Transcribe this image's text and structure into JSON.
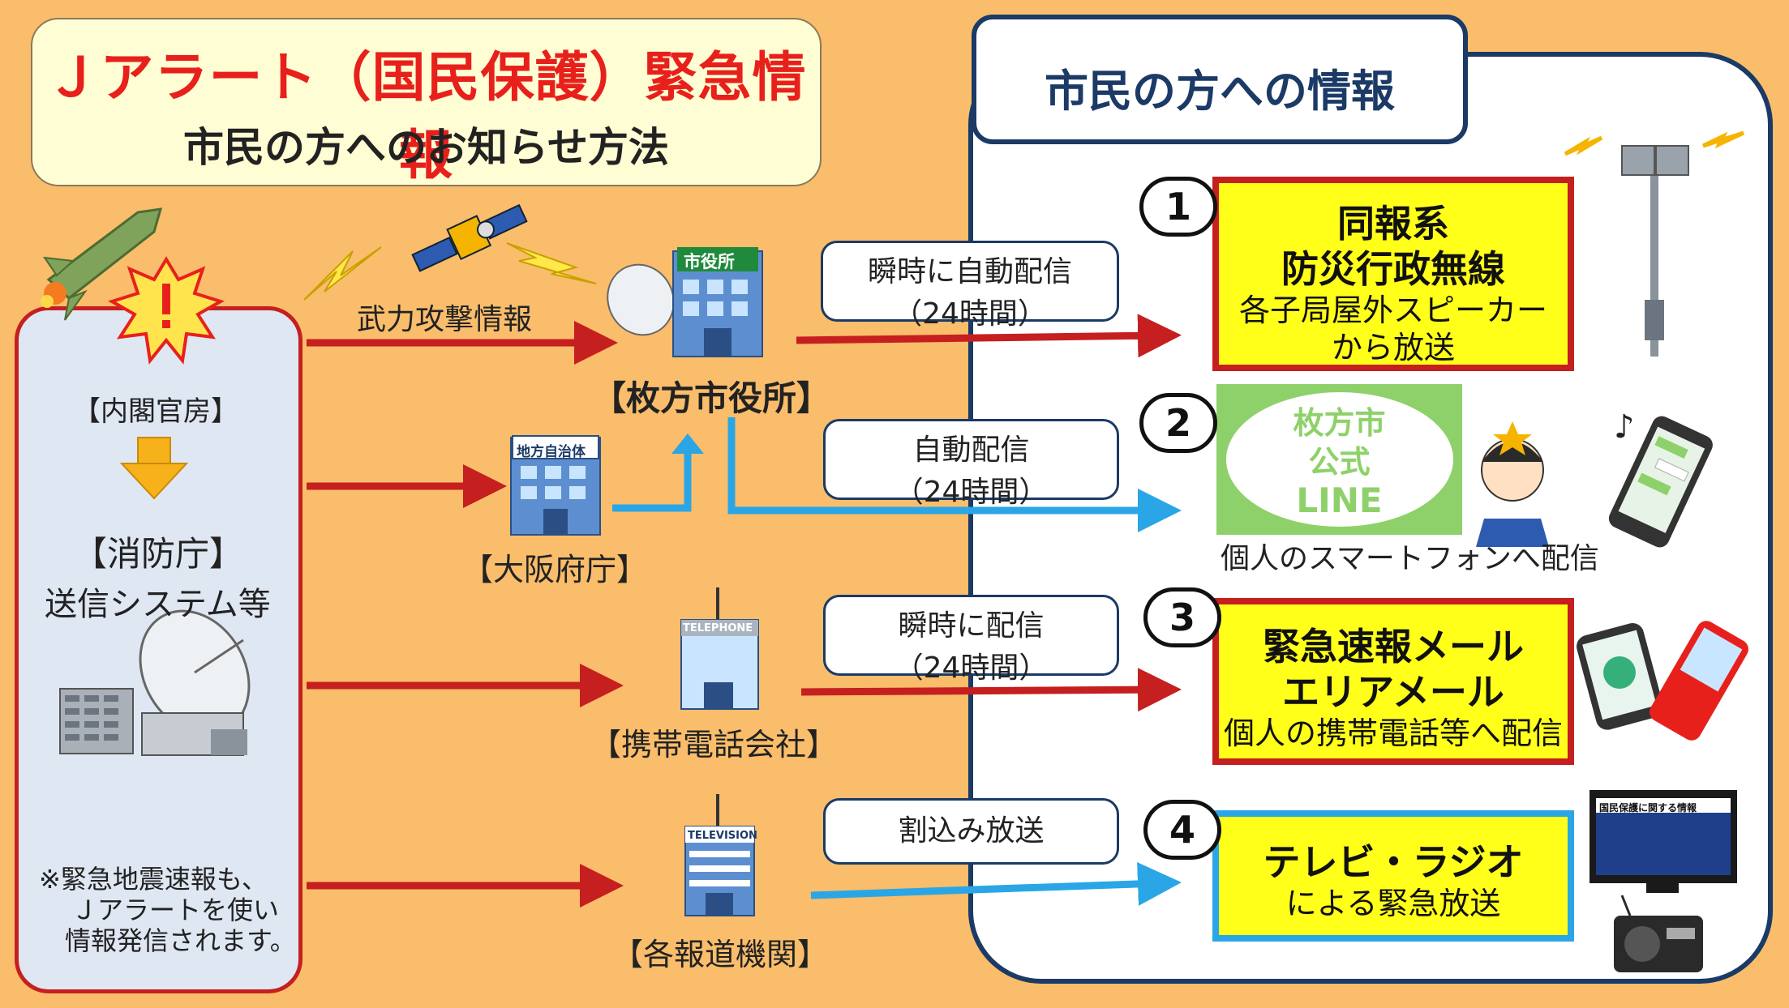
{
  "title": {
    "main": "Ｊアラート（国民保護）緊急情報",
    "sub": "市民の方へのお知らせ方法"
  },
  "left_panel": {
    "cabinet": "【内閣官房】",
    "fdma": "【消防庁】",
    "system": "送信システム等",
    "note_line1": "※緊急地震速報も、",
    "note_line2": "Ｊアラートを使い",
    "note_line3": "情報発信されます。"
  },
  "attack_info": "武力攻撃情報",
  "nodes": {
    "city_hall": "【枚方市役所】",
    "city_hall_sign": "市役所",
    "osaka": "【大阪府庁】",
    "osaka_sign": "地方自治体",
    "mobile": "【携帯電話会社】",
    "mobile_sign": "TELEPHONE",
    "media": "【各報道機関】",
    "media_sign": "TELEVISION"
  },
  "bubbles": {
    "b1_line1": "瞬時に自動配信",
    "b1_line2": "（24時間）",
    "b2_line1": "自動配信",
    "b2_line2": "（24時間）",
    "b3_line1": "瞬時に配信",
    "b3_line2": "（24時間）",
    "b4_line1": "割込み放送"
  },
  "right_panel": {
    "header": "市民の方への情報",
    "items": [
      {
        "num": "1",
        "title1": "同報系",
        "title2": "防災行政無線",
        "desc1": "各子局屋外スピーカー",
        "desc2": "から放送"
      },
      {
        "num": "2",
        "line_logo1": "枚方市",
        "line_logo2": "公式",
        "line_logo3": "LINE",
        "desc1": "個人のスマートフォンへ配信"
      },
      {
        "num": "3",
        "title1": "緊急速報メール",
        "title2": "エリアメール",
        "desc1": "個人の携帯電話等へ配信"
      },
      {
        "num": "4",
        "title1": "テレビ・ラジオ",
        "desc1": "による緊急放送"
      }
    ],
    "tv_screen_title": "国民保護に関する情報"
  },
  "colors": {
    "red_arrow": "#c51f1f",
    "blue_arrow": "#2aa6e6",
    "navy": "#1b3a66",
    "bg": "#f9bd6b"
  }
}
